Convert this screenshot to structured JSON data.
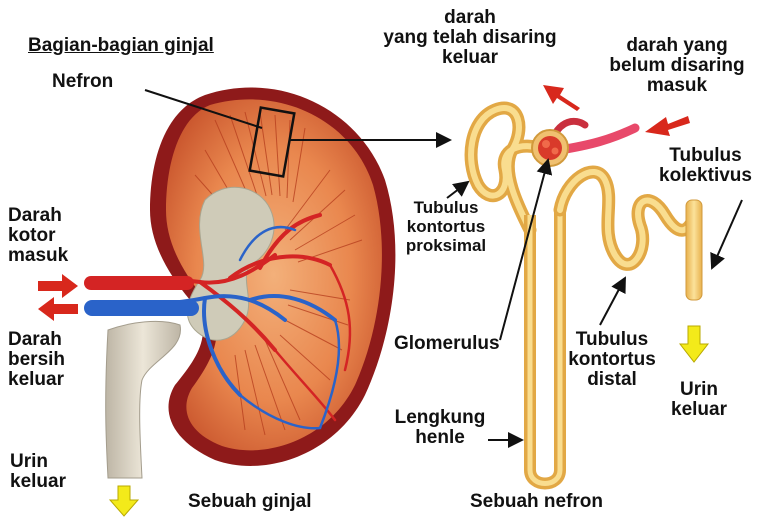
{
  "title": "Bagian-bagian ginjal",
  "labels": {
    "nefron": "Nefron",
    "darah_keluar": [
      "darah",
      "yang telah disaring",
      "keluar"
    ],
    "darah_masuk": [
      "darah yang",
      "belum disaring",
      "masuk"
    ],
    "tubulus_kolektivus": [
      "Tubulus",
      "kolektivus"
    ],
    "tubulus_proksimal": [
      "Tubulus",
      "kontortus",
      "proksimal"
    ],
    "darah_kotor": [
      "Darah",
      "kotor",
      "masuk"
    ],
    "darah_bersih": [
      "Darah",
      "bersih",
      "keluar"
    ],
    "glomerulus": "Glomerulus",
    "tubulus_distal": [
      "Tubulus",
      "kontortus",
      "distal"
    ],
    "urin_keluar_right": [
      "Urin",
      "keluar"
    ],
    "lengkung_henle": [
      "Lengkung",
      "henle"
    ],
    "urin_keluar_left": [
      "Urin",
      "keluar"
    ],
    "caption_ginjal": "Sebuah ginjal",
    "caption_nefron": "Sebuah nefron"
  },
  "colors": {
    "capsule": "#8e1a1a",
    "cortex": "#e07a45",
    "medulla": "#c9552d",
    "artery": "#d42424",
    "vein": "#2a63c9",
    "ureter": "#d9d2c3",
    "tubule": "#f2cf7a",
    "arrow_red": "#d8281c",
    "arrow_yellow": "#f3ea1a"
  }
}
